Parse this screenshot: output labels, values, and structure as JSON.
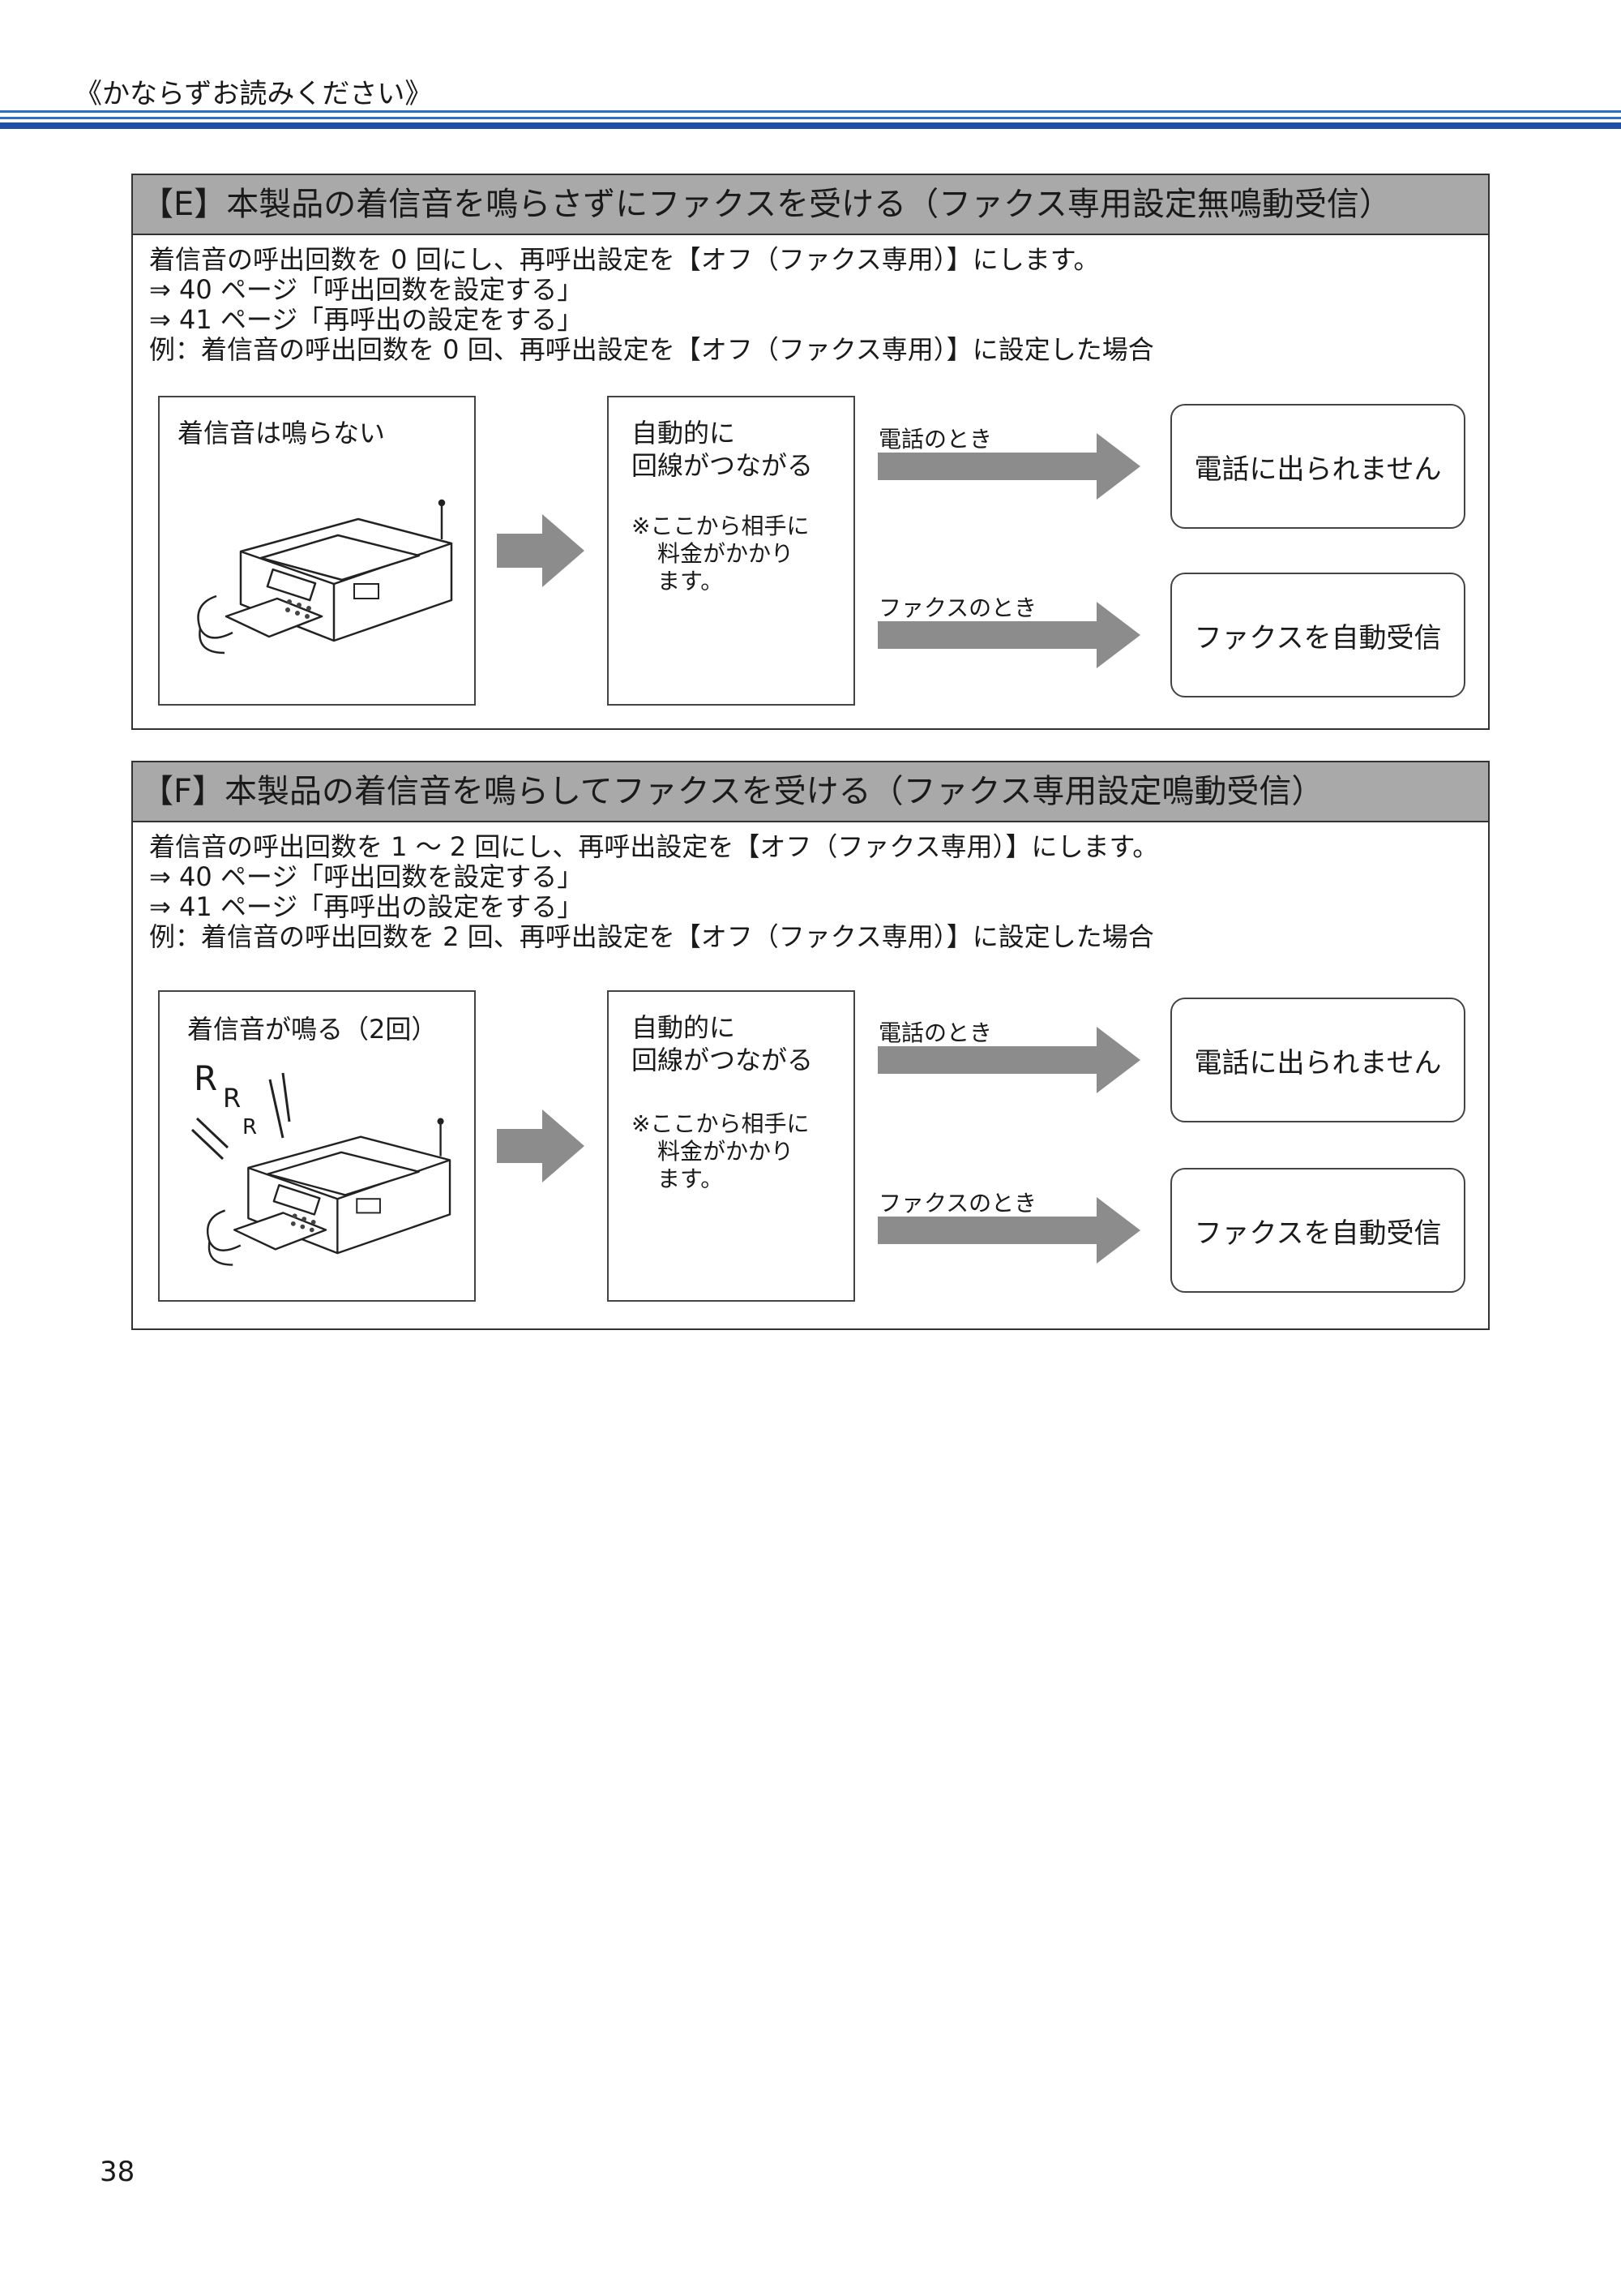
{
  "header": {
    "text": "《かならずお読みください》"
  },
  "sections": [
    {
      "title": "【E】本製品の着信音を鳴らさずにファクスを受ける（ファクス専用設定無鳴動受信）",
      "lines": [
        "着信音の呼出回数を 0 回にし、再呼出設定を【オフ（ファクス専用）】にします。",
        "⇒ 40 ページ「呼出回数を設定する」",
        "⇒ 41 ページ「再呼出の設定をする」",
        "例：着信音の呼出回数を 0 回、再呼出設定を【オフ（ファクス専用）】に設定した場合"
      ],
      "device_caption": "着信音は鳴らない",
      "connect_line1": "自動的に",
      "connect_line2": "回線がつながる",
      "note_line1": "※ここから相手に",
      "note_line2": "料金がかかり",
      "note_line3": "ます。",
      "phone_label": "電話のとき",
      "phone_result": "電話に出られません",
      "fax_label": "ファクスのとき",
      "fax_result": "ファクスを自動受信"
    },
    {
      "title": "【F】本製品の着信音を鳴らしてファクスを受ける（ファクス専用設定鳴動受信）",
      "lines": [
        "着信音の呼出回数を 1 ～ 2 回にし、再呼出設定を【オフ（ファクス専用）】にします。",
        "⇒ 40 ページ「呼出回数を設定する」",
        "⇒ 41 ページ「再呼出の設定をする」",
        "例：着信音の呼出回数を 2 回、再呼出設定を【オフ（ファクス専用）】に設定した場合"
      ],
      "device_caption": "着信音が鳴る（2回）",
      "ring_letter": "R",
      "connect_line1": "自動的に",
      "connect_line2": "回線がつながる",
      "note_line1": "※ここから相手に",
      "note_line2": "料金がかかり",
      "note_line3": "ます。",
      "phone_label": "電話のとき",
      "phone_result": "電話に出られません",
      "fax_label": "ファクスのとき",
      "fax_result": "ファクスを自動受信"
    }
  ],
  "page_number": "38",
  "colors": {
    "accent_blue": "#1c4fa8",
    "title_gray": "#a9a9a9",
    "arrow_gray": "#8c8c8c"
  }
}
